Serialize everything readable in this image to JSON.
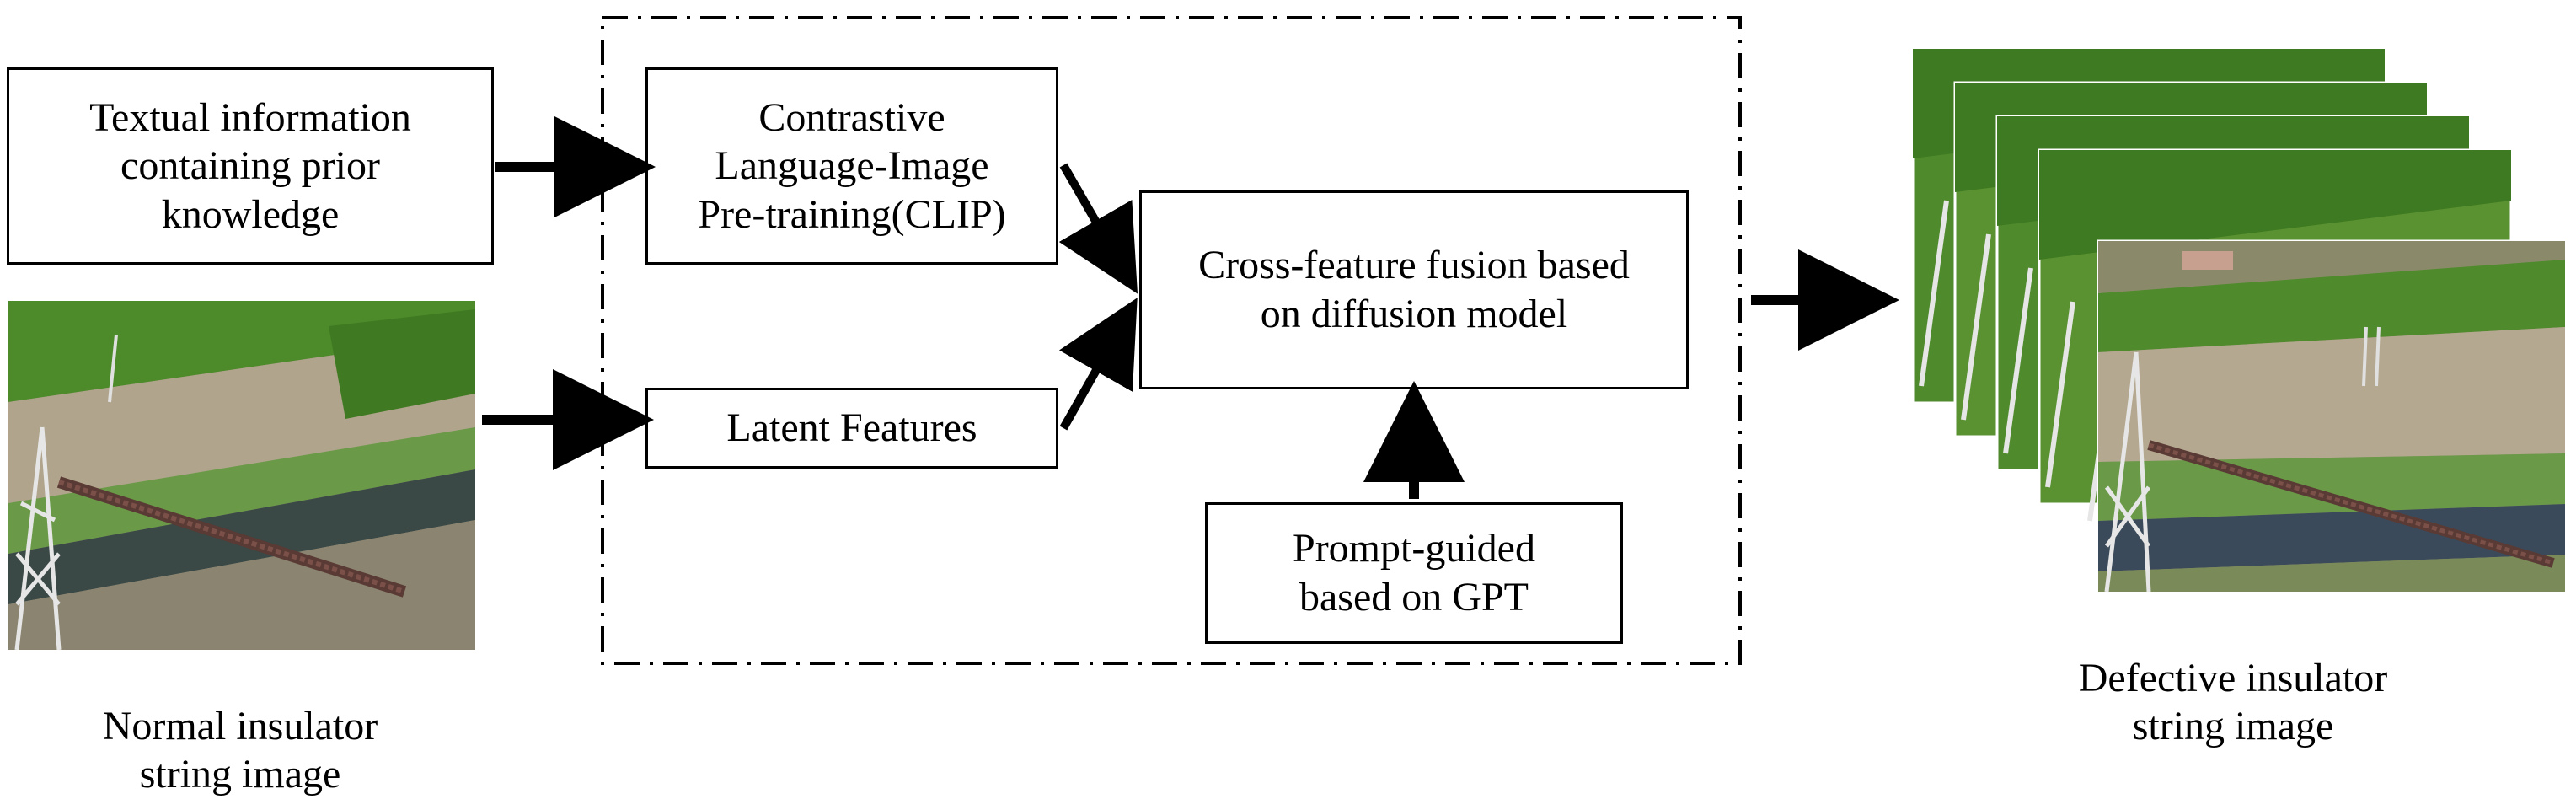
{
  "boxes": {
    "textual": "Textual information\ncontaining prior\nknowledge",
    "clip": "Contrastive\nLanguage-Image\nPre-training(CLIP)",
    "latent": "Latent Features",
    "fusion": "Cross-feature fusion based\non diffusion model",
    "prompt": "Prompt-guided\nbased on GPT"
  },
  "captions": {
    "normal": "Normal insulator\nstring image",
    "defective": "Defective insulator\nstring image"
  },
  "colors": {
    "field_green": "#4f8a2c",
    "dirt": "#a89880",
    "water": "#3c4a48",
    "tower": "#d8d8d8",
    "insulator": "#5a3a34"
  }
}
